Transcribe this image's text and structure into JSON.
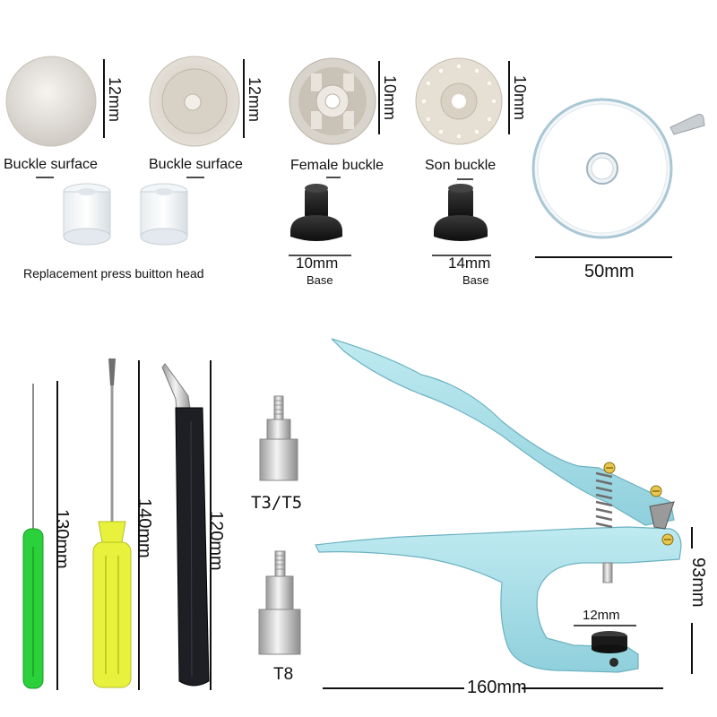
{
  "top_items": {
    "buckle_surface_1": {
      "label": "Buckle surface",
      "dimension": "12mm"
    },
    "buckle_surface_2": {
      "label": "Buckle surface",
      "dimension": "12mm"
    },
    "female_buckle": {
      "label": "Female buckle",
      "dimension": "10mm"
    },
    "son_buckle": {
      "label": "Son buckle",
      "dimension": "10mm"
    },
    "press_head_caption": "Replacement press buitton head",
    "base_left": {
      "dimension": "10mm",
      "caption": "Base"
    },
    "base_right": {
      "dimension": "14mm",
      "caption": "Base"
    },
    "tape_measure": {
      "dimension": "50mm"
    }
  },
  "tools": {
    "awl": {
      "dimension": "130mm"
    },
    "screwdriver": {
      "dimension": "140mm"
    },
    "tweezers": {
      "dimension": "120mm"
    },
    "die_small": {
      "label": "T3/T5"
    },
    "die_large": {
      "label": "T8"
    }
  },
  "pliers": {
    "width": "160mm",
    "height": "93mm",
    "opening": "12mm"
  },
  "colors": {
    "plier_blue": "#a9e0ea",
    "awl_green": "#2bd13a",
    "screwdriver_yellow": "#e8f23c",
    "rubber_black": "#1a1a1a",
    "cap_cream": "#e4dfd6"
  }
}
